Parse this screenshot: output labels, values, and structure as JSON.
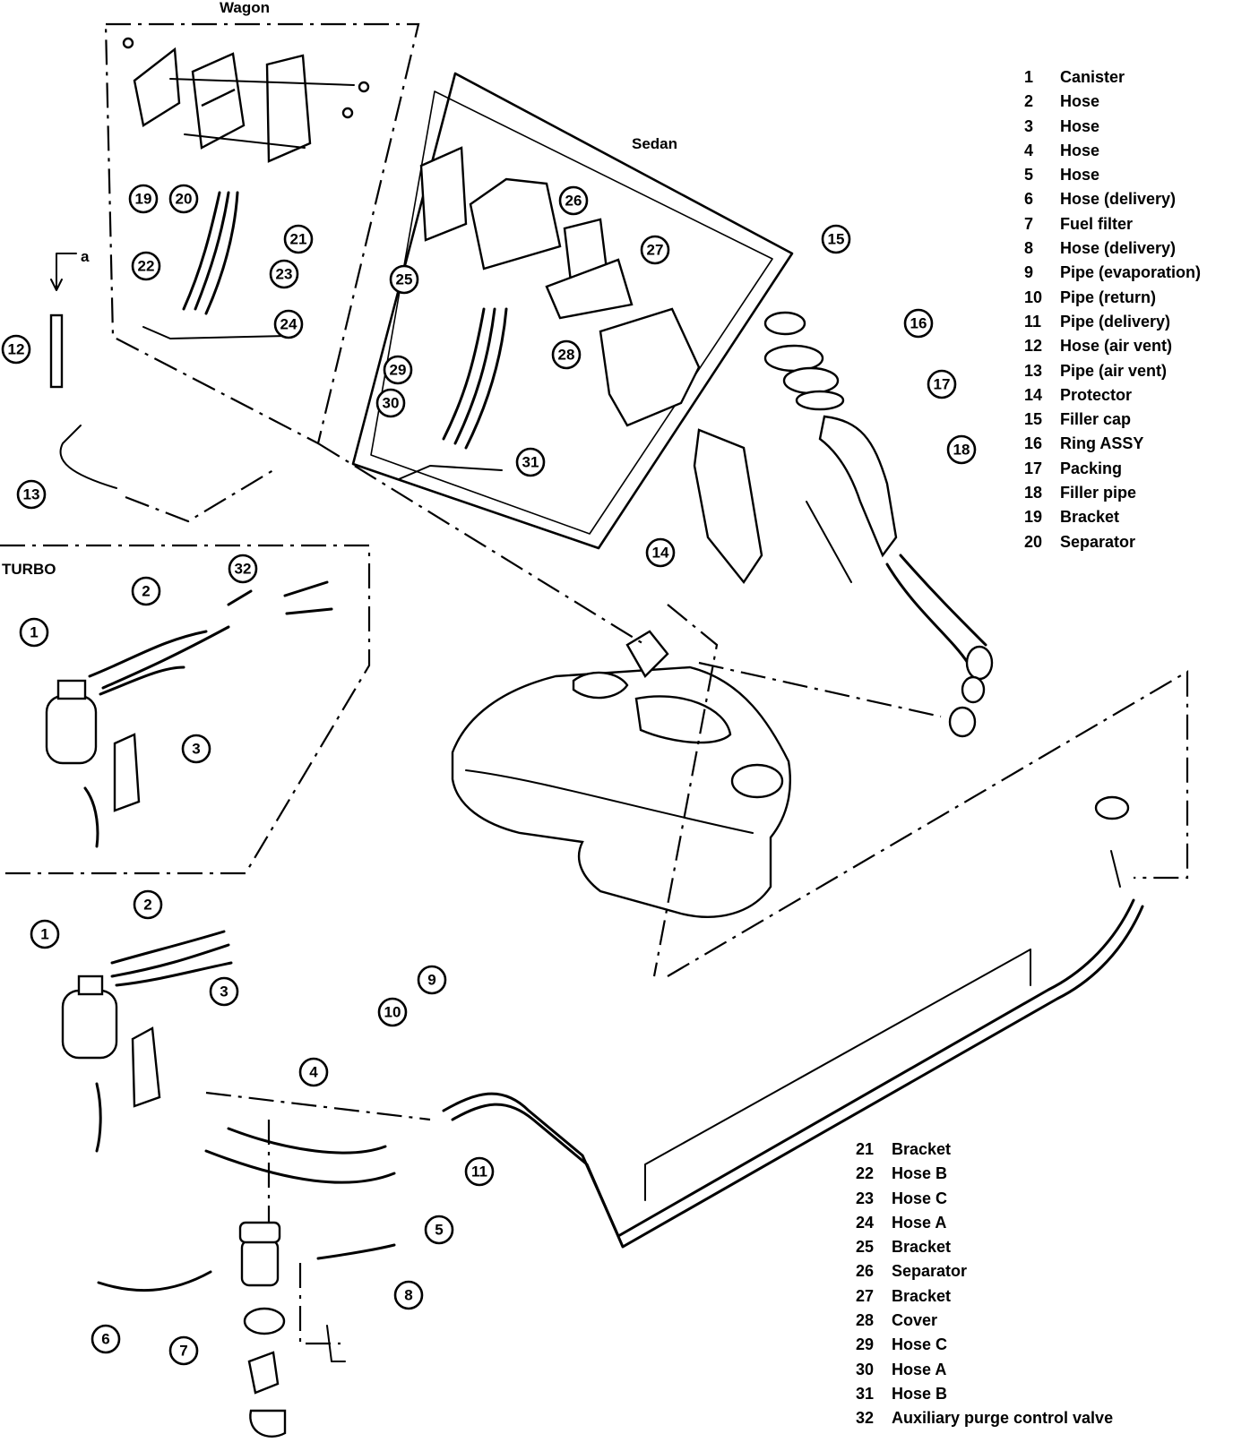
{
  "sections": {
    "wagon": "Wagon",
    "sedan": "Sedan",
    "turbo": "TURBO",
    "arrow_ref": "a"
  },
  "legend": [
    {
      "num": "1",
      "label": "Canister"
    },
    {
      "num": "2",
      "label": "Hose"
    },
    {
      "num": "3",
      "label": "Hose"
    },
    {
      "num": "4",
      "label": "Hose"
    },
    {
      "num": "5",
      "label": "Hose"
    },
    {
      "num": "6",
      "label": "Hose (delivery)"
    },
    {
      "num": "7",
      "label": "Fuel filter"
    },
    {
      "num": "8",
      "label": "Hose (delivery)"
    },
    {
      "num": "9",
      "label": "Pipe (evaporation)"
    },
    {
      "num": "10",
      "label": "Pipe (return)"
    },
    {
      "num": "11",
      "label": "Pipe (delivery)"
    },
    {
      "num": "12",
      "label": "Hose (air vent)"
    },
    {
      "num": "13",
      "label": "Pipe (air vent)"
    },
    {
      "num": "14",
      "label": "Protector"
    },
    {
      "num": "15",
      "label": "Filler cap"
    },
    {
      "num": "16",
      "label": "Ring ASSY"
    },
    {
      "num": "17",
      "label": "Packing"
    },
    {
      "num": "18",
      "label": "Filler pipe"
    },
    {
      "num": "19",
      "label": "Bracket"
    },
    {
      "num": "20",
      "label": "Separator"
    },
    {
      "num": "21",
      "label": "Bracket"
    },
    {
      "num": "22",
      "label": "Hose B"
    },
    {
      "num": "23",
      "label": "Hose C"
    },
    {
      "num": "24",
      "label": "Hose A"
    },
    {
      "num": "25",
      "label": "Bracket"
    },
    {
      "num": "26",
      "label": "Separator"
    },
    {
      "num": "27",
      "label": "Bracket"
    },
    {
      "num": "28",
      "label": "Cover"
    },
    {
      "num": "29",
      "label": "Hose C"
    },
    {
      "num": "30",
      "label": "Hose A"
    },
    {
      "num": "31",
      "label": "Hose B"
    },
    {
      "num": "32",
      "label": "Auxiliary purge control valve"
    }
  ],
  "callout_numbers": [
    "1",
    "2",
    "3",
    "4",
    "5",
    "6",
    "7",
    "8",
    "9",
    "10",
    "11",
    "12",
    "13",
    "14",
    "15",
    "16",
    "17",
    "18",
    "19",
    "20",
    "21",
    "22",
    "23",
    "24",
    "25",
    "26",
    "27",
    "28",
    "29",
    "30",
    "31",
    "32"
  ]
}
